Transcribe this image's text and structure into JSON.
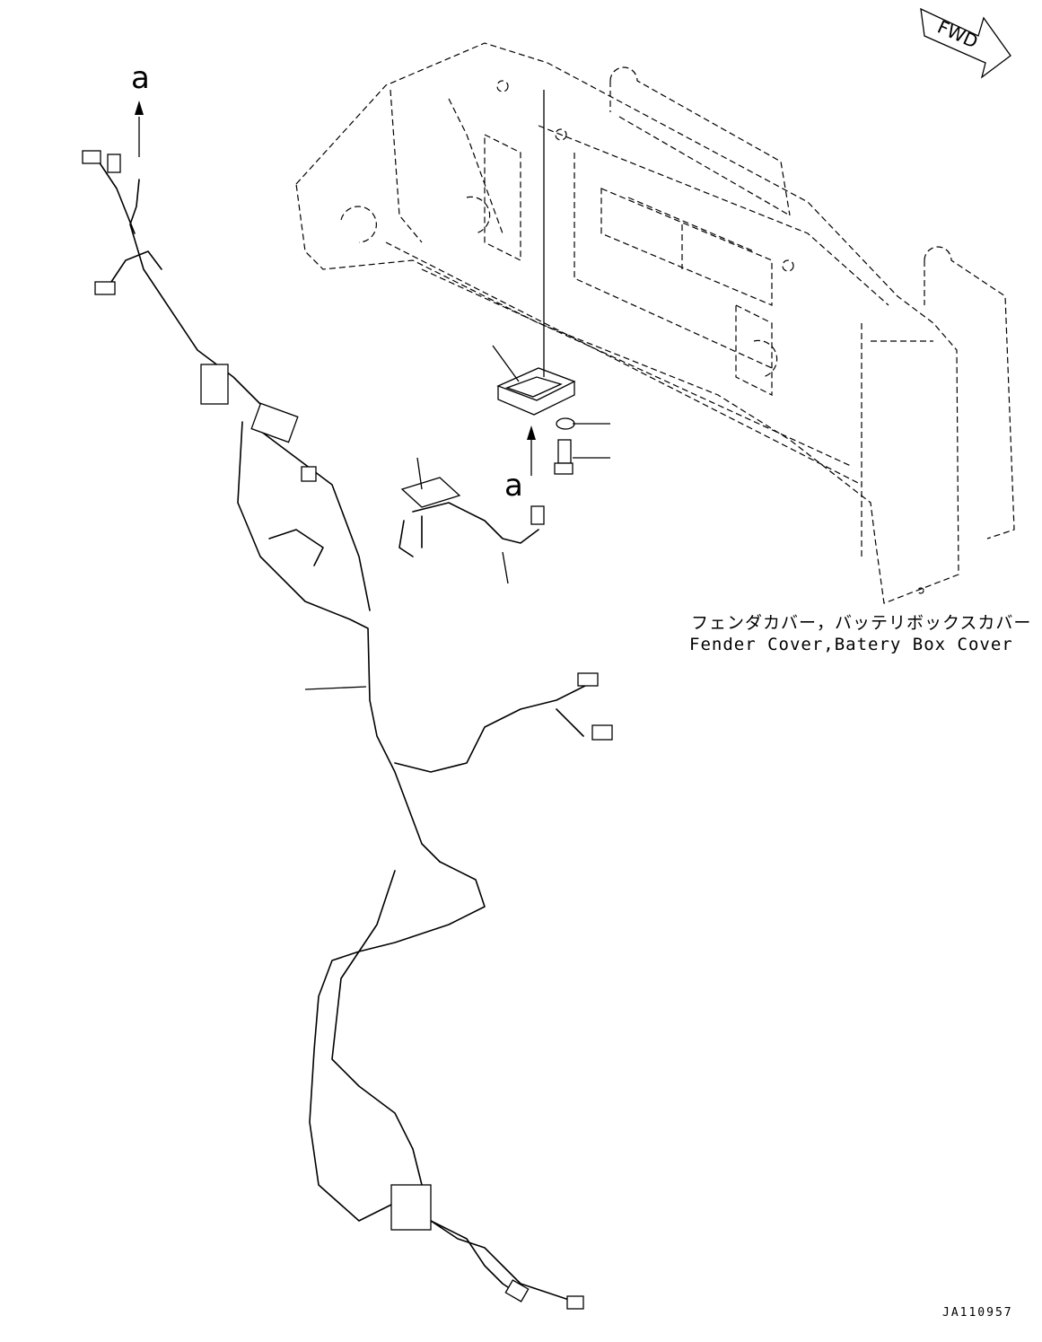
{
  "direction_marker": {
    "text": "FWD"
  },
  "reference_marks": {
    "top": "a",
    "middle": "a"
  },
  "caption": {
    "japanese": "フェンダカバー，バッテリボックスカバー",
    "english": "Fender Cover,Batery Box Cover"
  },
  "drawing_number": "JA110957"
}
